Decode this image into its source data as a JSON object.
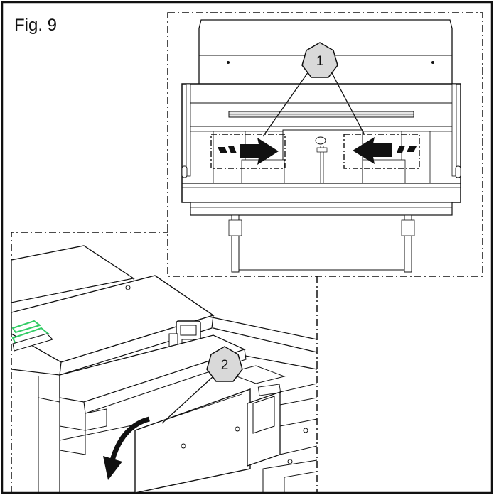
{
  "figure": {
    "label": "Fig. 9",
    "callouts": [
      {
        "number": "1"
      },
      {
        "number": "2"
      }
    ],
    "colors": {
      "line": "#111111",
      "callout_fill": "#d9d9d9",
      "panel_gray": "#eeeeee",
      "highlight_green": "#33cc66"
    }
  }
}
